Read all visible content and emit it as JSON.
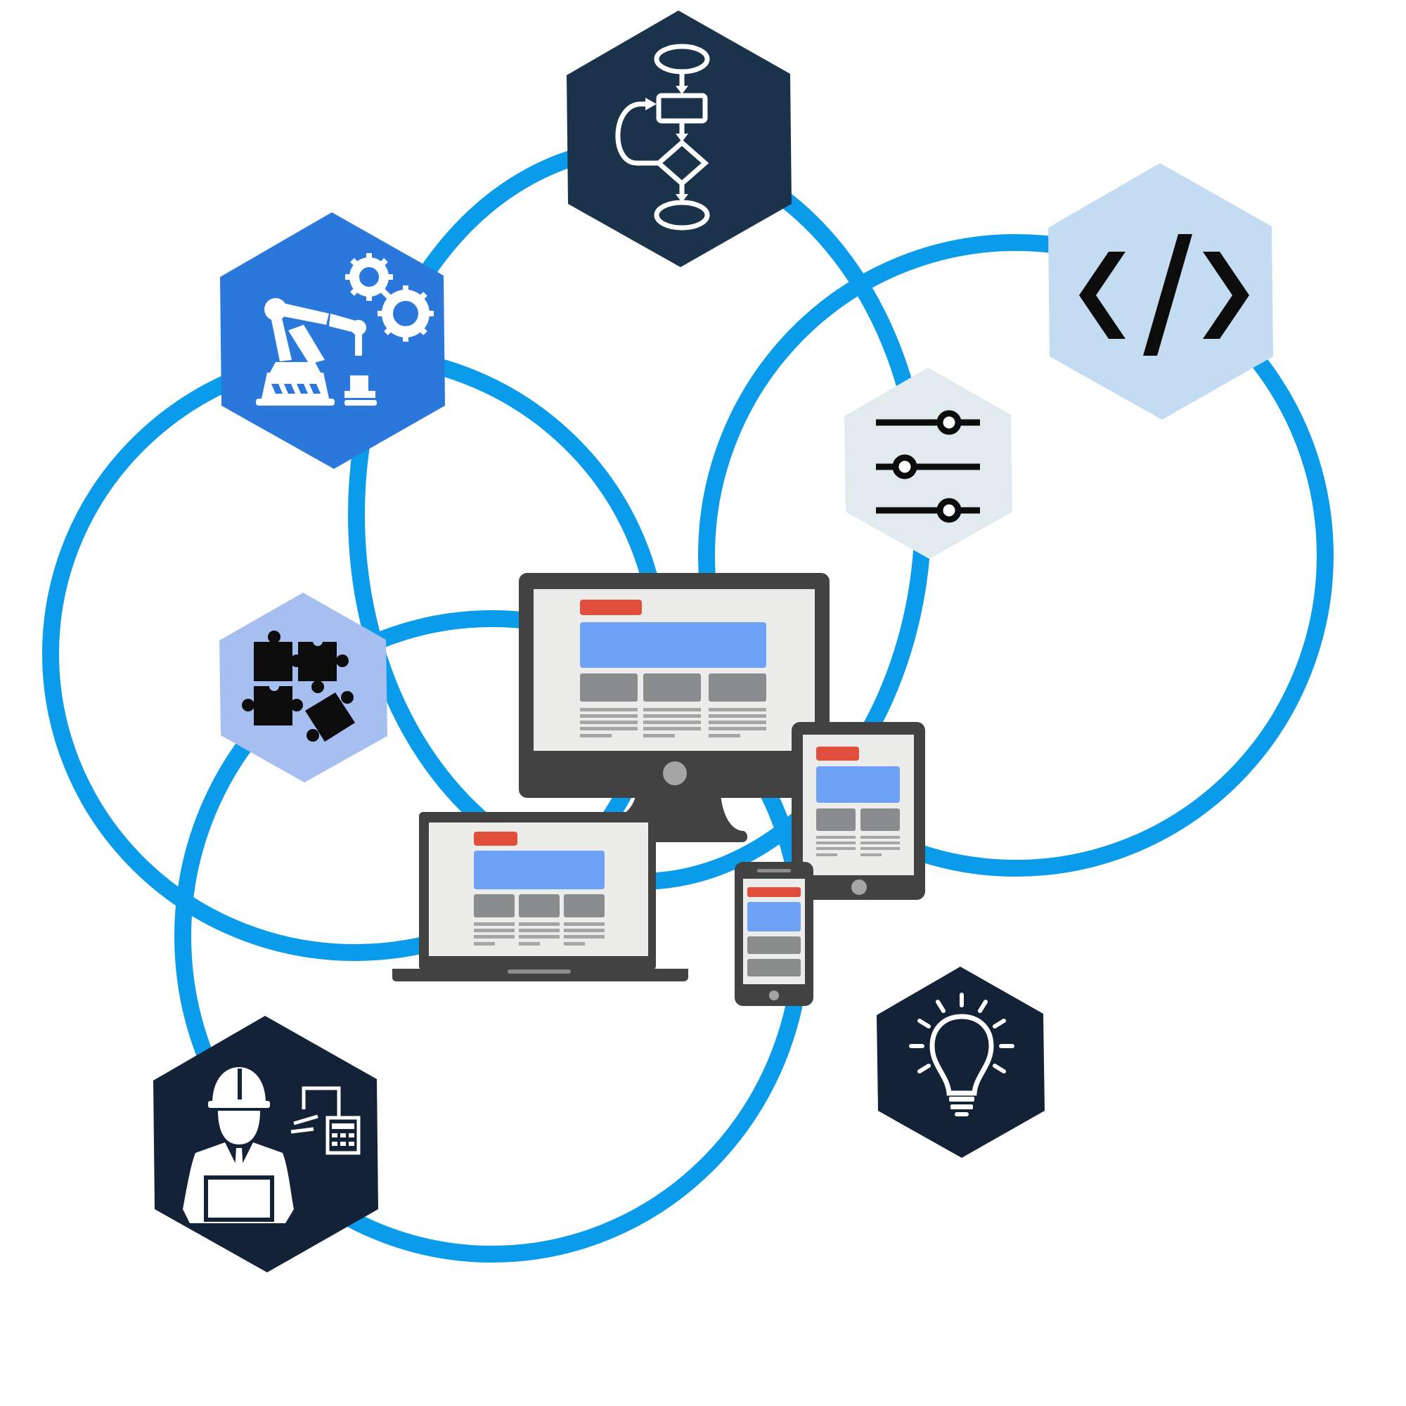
{
  "colors": {
    "background": "#ffffff",
    "ring": "#0a9bea",
    "hex_flowchart": "#1b324b",
    "hex_automation": "#2b78dc",
    "hex_code": "#c4dcf2",
    "hex_settings": "#e1eaee",
    "hex_puzzle": "#a7bff0",
    "hex_engineer": "#142238",
    "hex_idea": "#142238",
    "device_frame": "#424242",
    "screen_bg": "#ececea",
    "accent_red": "#e14e3b",
    "accent_blue": "#6ea2f7",
    "block_gray": "#8b8c8d",
    "line_gray": "#a5a5a5"
  },
  "nodes": [
    {
      "id": "flowchart",
      "icon": "flowchart-icon"
    },
    {
      "id": "automation",
      "icon": "robot-arm-gears-icon"
    },
    {
      "id": "code",
      "icon": "code-brackets-icon"
    },
    {
      "id": "settings",
      "icon": "sliders-icon"
    },
    {
      "id": "puzzle",
      "icon": "puzzle-pieces-icon"
    },
    {
      "id": "engineer",
      "icon": "engineer-icon"
    },
    {
      "id": "idea",
      "icon": "lightbulb-icon"
    }
  ],
  "center": {
    "icon": "responsive-devices-icon",
    "devices": [
      "desktop",
      "laptop",
      "tablet",
      "phone"
    ]
  }
}
